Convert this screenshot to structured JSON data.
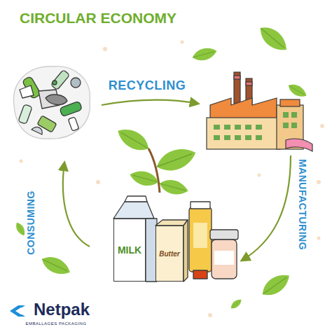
{
  "diagram": {
    "title": "CIRCULAR ECONOMY",
    "nodes": [
      {
        "text": [
          "MILK"
        ]
      },
      {
        "text": [
          "Butter"
        ]
      }
    ],
    "labels": [
      "RECYCLING",
      "MANUFACTURING",
      "CONSUMING",
      "Netpak",
      "EMBALLAGES PACKAGING"
    ]
  }
}
